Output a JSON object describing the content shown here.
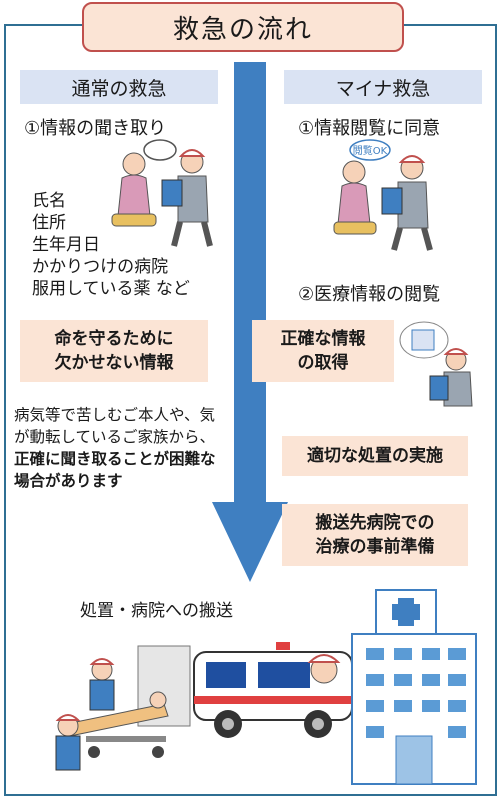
{
  "title": "救急の流れ",
  "left": {
    "header": "通常の救急",
    "step1": "①情報の聞き取り",
    "info_items": [
      "氏名",
      "住所",
      "生年月日",
      "かかりつけの病院",
      "服用している薬 など"
    ],
    "highlight_line1": "命を守るために",
    "highlight_line2": "欠かせない情報",
    "note_plain": "病気等で苦しむご本人や、気が動転しているご家族から、",
    "note_bold": "正確に聞き取ることが困難な場合があります"
  },
  "right": {
    "header": "マイナ救急",
    "step1": "①情報閲覧に同意",
    "speech_text": "閲覧OK",
    "step2": "②医療情報の閲覧",
    "box1_line1": "正確な情報",
    "box1_line2": "の取得",
    "box2": "適切な処置の実施",
    "box3_line1": "搬送先病院での",
    "box3_line2": "治療の事前準備"
  },
  "bottom": {
    "label": "処置・病院への搬送"
  },
  "colors": {
    "frame": "#2f6f93",
    "title_border": "#c0504d",
    "pink": "#fbe4d5",
    "header_blue": "#dae3f3",
    "arrow": "#3f7fc1"
  }
}
